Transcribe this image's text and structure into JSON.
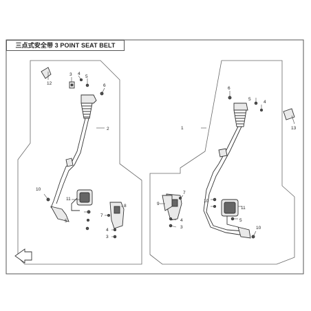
{
  "title": "三点式安全带 3 POINT SEAT BELT",
  "callouts": {
    "c1": "1",
    "c2": "2",
    "c3a": "3",
    "c3b": "3",
    "c4a": "4",
    "c4b": "4",
    "c4c": "4",
    "c4d": "4",
    "c5a": "5",
    "c5b": "5",
    "c5c": "5",
    "c5d": "5",
    "c6a": "6",
    "c6b": "6",
    "c7a": "7",
    "c7b": "7",
    "c8": "8",
    "c9": "9",
    "c10a": "10",
    "c10b": "10",
    "c11a": "11",
    "c11b": "11",
    "c12": "12",
    "c13": "13"
  },
  "colors": {
    "outline": "#555555",
    "part": "#333333",
    "fill": "#e9e9e9",
    "dark": "#555555"
  }
}
